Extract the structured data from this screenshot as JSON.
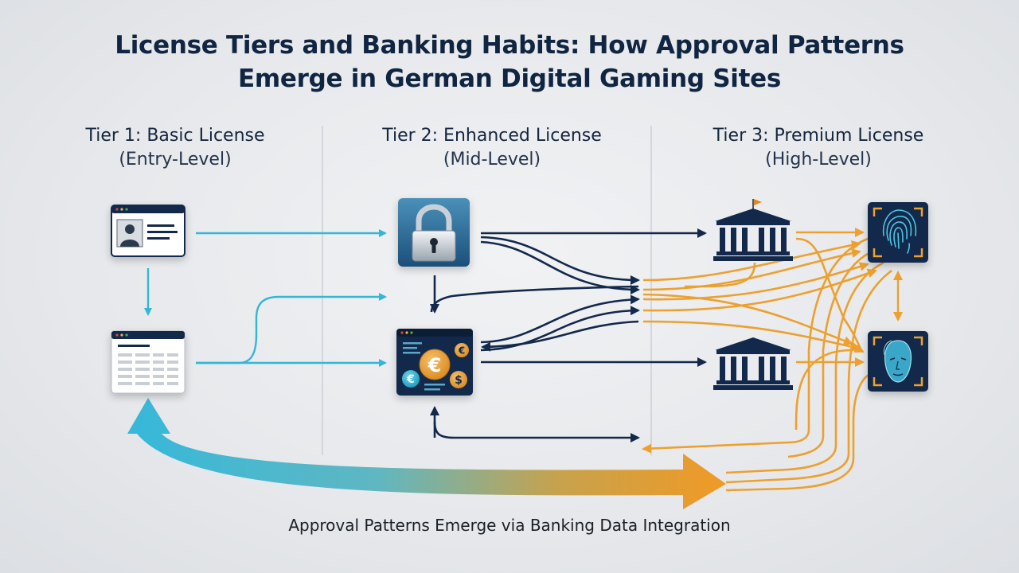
{
  "title": {
    "line1": "License Tiers and Banking Habits: How Approval Patterns",
    "line2": "Emerge in German Digital Gaming Sites"
  },
  "tiers": [
    {
      "name": "Tier 1: Basic License",
      "level": "(Entry-Level)"
    },
    {
      "name": "Tier 2: Enhanced License",
      "level": "(Mid-Level)"
    },
    {
      "name": "Tier 3: Premium License",
      "level": "(High-Level)"
    }
  ],
  "footer": "Approval Patterns Emerge via Banking Data Integration",
  "icons": {
    "tier1_top": "id-card-icon",
    "tier1_bottom": "spreadsheet-icon",
    "tier2_top": "padlock-icon",
    "tier2_bottom": "currency-dashboard-icon",
    "tier3_bank_top": "bank-flag-icon",
    "tier3_bank_bottom": "bank-icon",
    "tier3_fingerprint": "fingerprint-scan-icon",
    "tier3_face": "face-scan-icon",
    "currency_symbols": [
      "€",
      "€",
      "€",
      "$"
    ]
  },
  "colors": {
    "cyan": "#34b6d6",
    "navy": "#13294b",
    "orange": "#eda02e",
    "title": "#0f2541"
  }
}
